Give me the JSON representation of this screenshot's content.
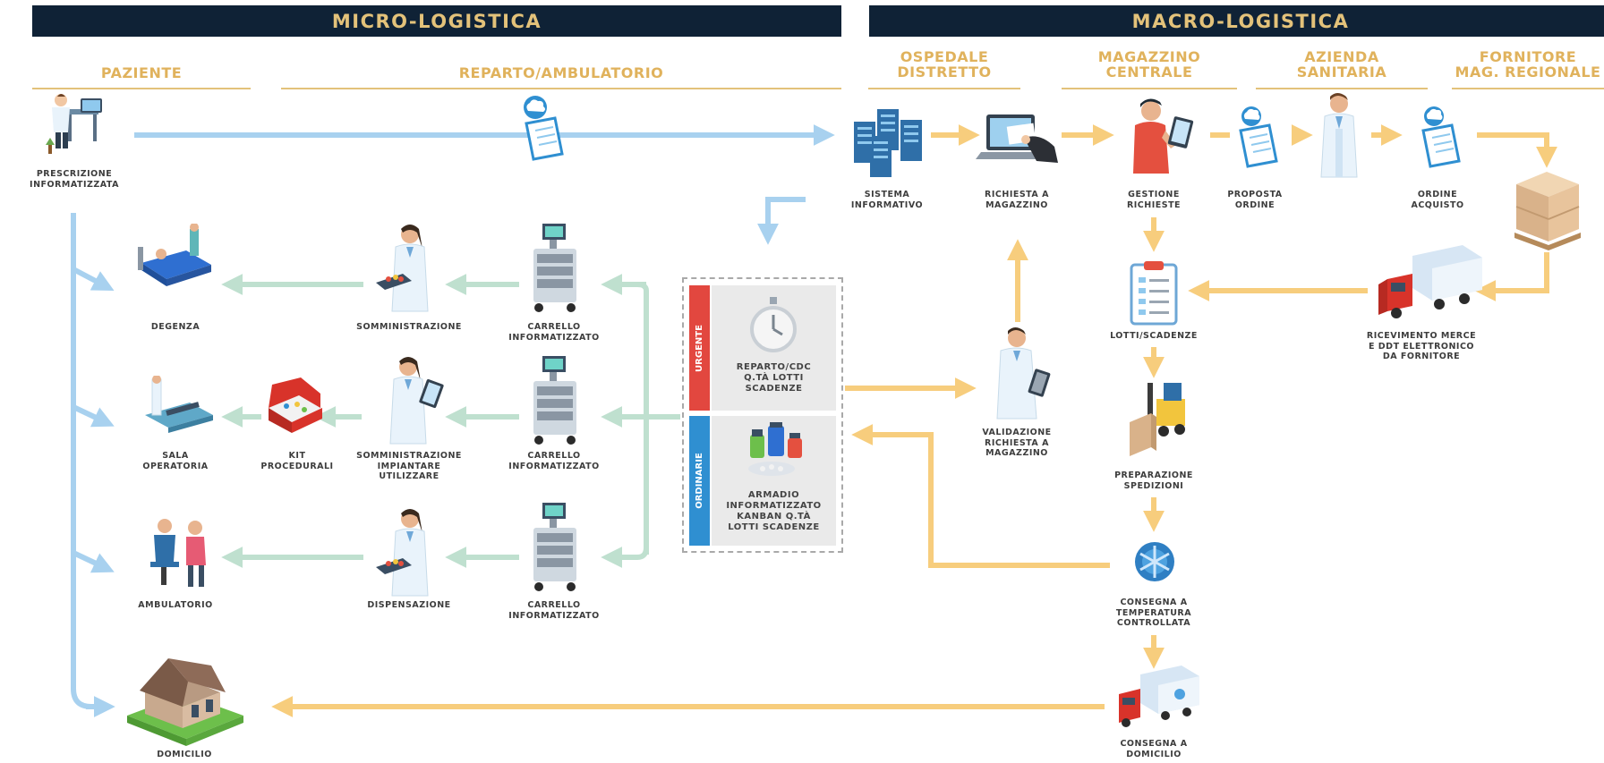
{
  "sections": {
    "micro": "MICRO-LOGISTICA",
    "macro": "MACRO-LOGISTICA"
  },
  "columns": {
    "paziente": "PAZIENTE",
    "reparto": "REPARTO/AMBULATORIO",
    "ospedale": [
      "OSPEDALE",
      "DISTRETTO"
    ],
    "magazzino": [
      "MAGAZZINO",
      "CENTRALE"
    ],
    "azienda": [
      "AZIENDA",
      "SANITARIA"
    ],
    "fornitore": [
      "FORNITORE",
      "MAG. REGIONALE"
    ]
  },
  "nodes": {
    "prescrizione": [
      "PRESCRIZIONE",
      "INFORMATIZZATA"
    ],
    "sistema": [
      "SISTEMA",
      "INFORMATIVO"
    ],
    "richiesta": [
      "RICHIESTA A",
      "MAGAZZINO"
    ],
    "gestione": [
      "GESTIONE",
      "RICHIESTE"
    ],
    "proposta": [
      "PROPOSTA",
      "ORDINE"
    ],
    "ordine": [
      "ORDINE",
      "ACQUISTO"
    ],
    "lotti": [
      "LOTTI/SCADENZE"
    ],
    "ricevimento": [
      "RICEVIMENTO MERCE",
      "E DDT ELETTRONICO",
      "DA FORNITORE"
    ],
    "validazione": [
      "VALIDAZIONE",
      "RICHIESTA  A",
      "MAGAZZINO"
    ],
    "preparazione": [
      "PREPARAZIONE",
      "SPEDIZIONI"
    ],
    "consegna_temp": [
      "CONSEGNA A",
      "TEMPERATURA",
      "CONTROLLATA"
    ],
    "consegna_dom": [
      "CONSEGNA A",
      "DOMICILIO"
    ],
    "degenza": [
      "DEGENZA"
    ],
    "sala": [
      "SALA",
      "OPERATORIA"
    ],
    "ambulatorio": [
      "AMBULATORIO"
    ],
    "domicilio": [
      "DOMICILIO"
    ],
    "somministrazione": [
      "SOMMINISTRAZIONE"
    ],
    "kit": [
      "KIT",
      "PROCEDURALI"
    ],
    "somm_impiantare": [
      "SOMMINISTRAZIONE",
      "IMPIANTARE",
      "UTILIZZARE"
    ],
    "dispensazione": [
      "DISPENSAZIONE"
    ],
    "carrello1": [
      "CARRELLO",
      "INFORMATIZZATO"
    ],
    "carrello2": [
      "CARRELLO",
      "INFORMATIZZATO"
    ],
    "carrello3": [
      "CARRELLO",
      "INFORMATIZZATO"
    ]
  },
  "panel": {
    "urgente_tab": "URGENTE",
    "ordinarie_tab": "ORDINARIE",
    "urgente_text": [
      "REPARTO/CDC",
      "Q.TÀ LOTTI",
      "SCADENZE"
    ],
    "ordinarie_text": [
      "ARMADIO",
      "INFORMATIZZATO",
      "KANBAN Q.TÀ",
      "LOTTI SCADENZE"
    ]
  },
  "colors": {
    "header_bg": "#0f2236",
    "header_text": "#e3c27a",
    "gold": "#e0b25c",
    "flow_blue": "#a8d1ef",
    "flow_green": "#bfe0cf",
    "flow_orange": "#f7cd7d",
    "urgente_red": "#e2473f",
    "ordinarie_blue": "#2f8fd1"
  }
}
